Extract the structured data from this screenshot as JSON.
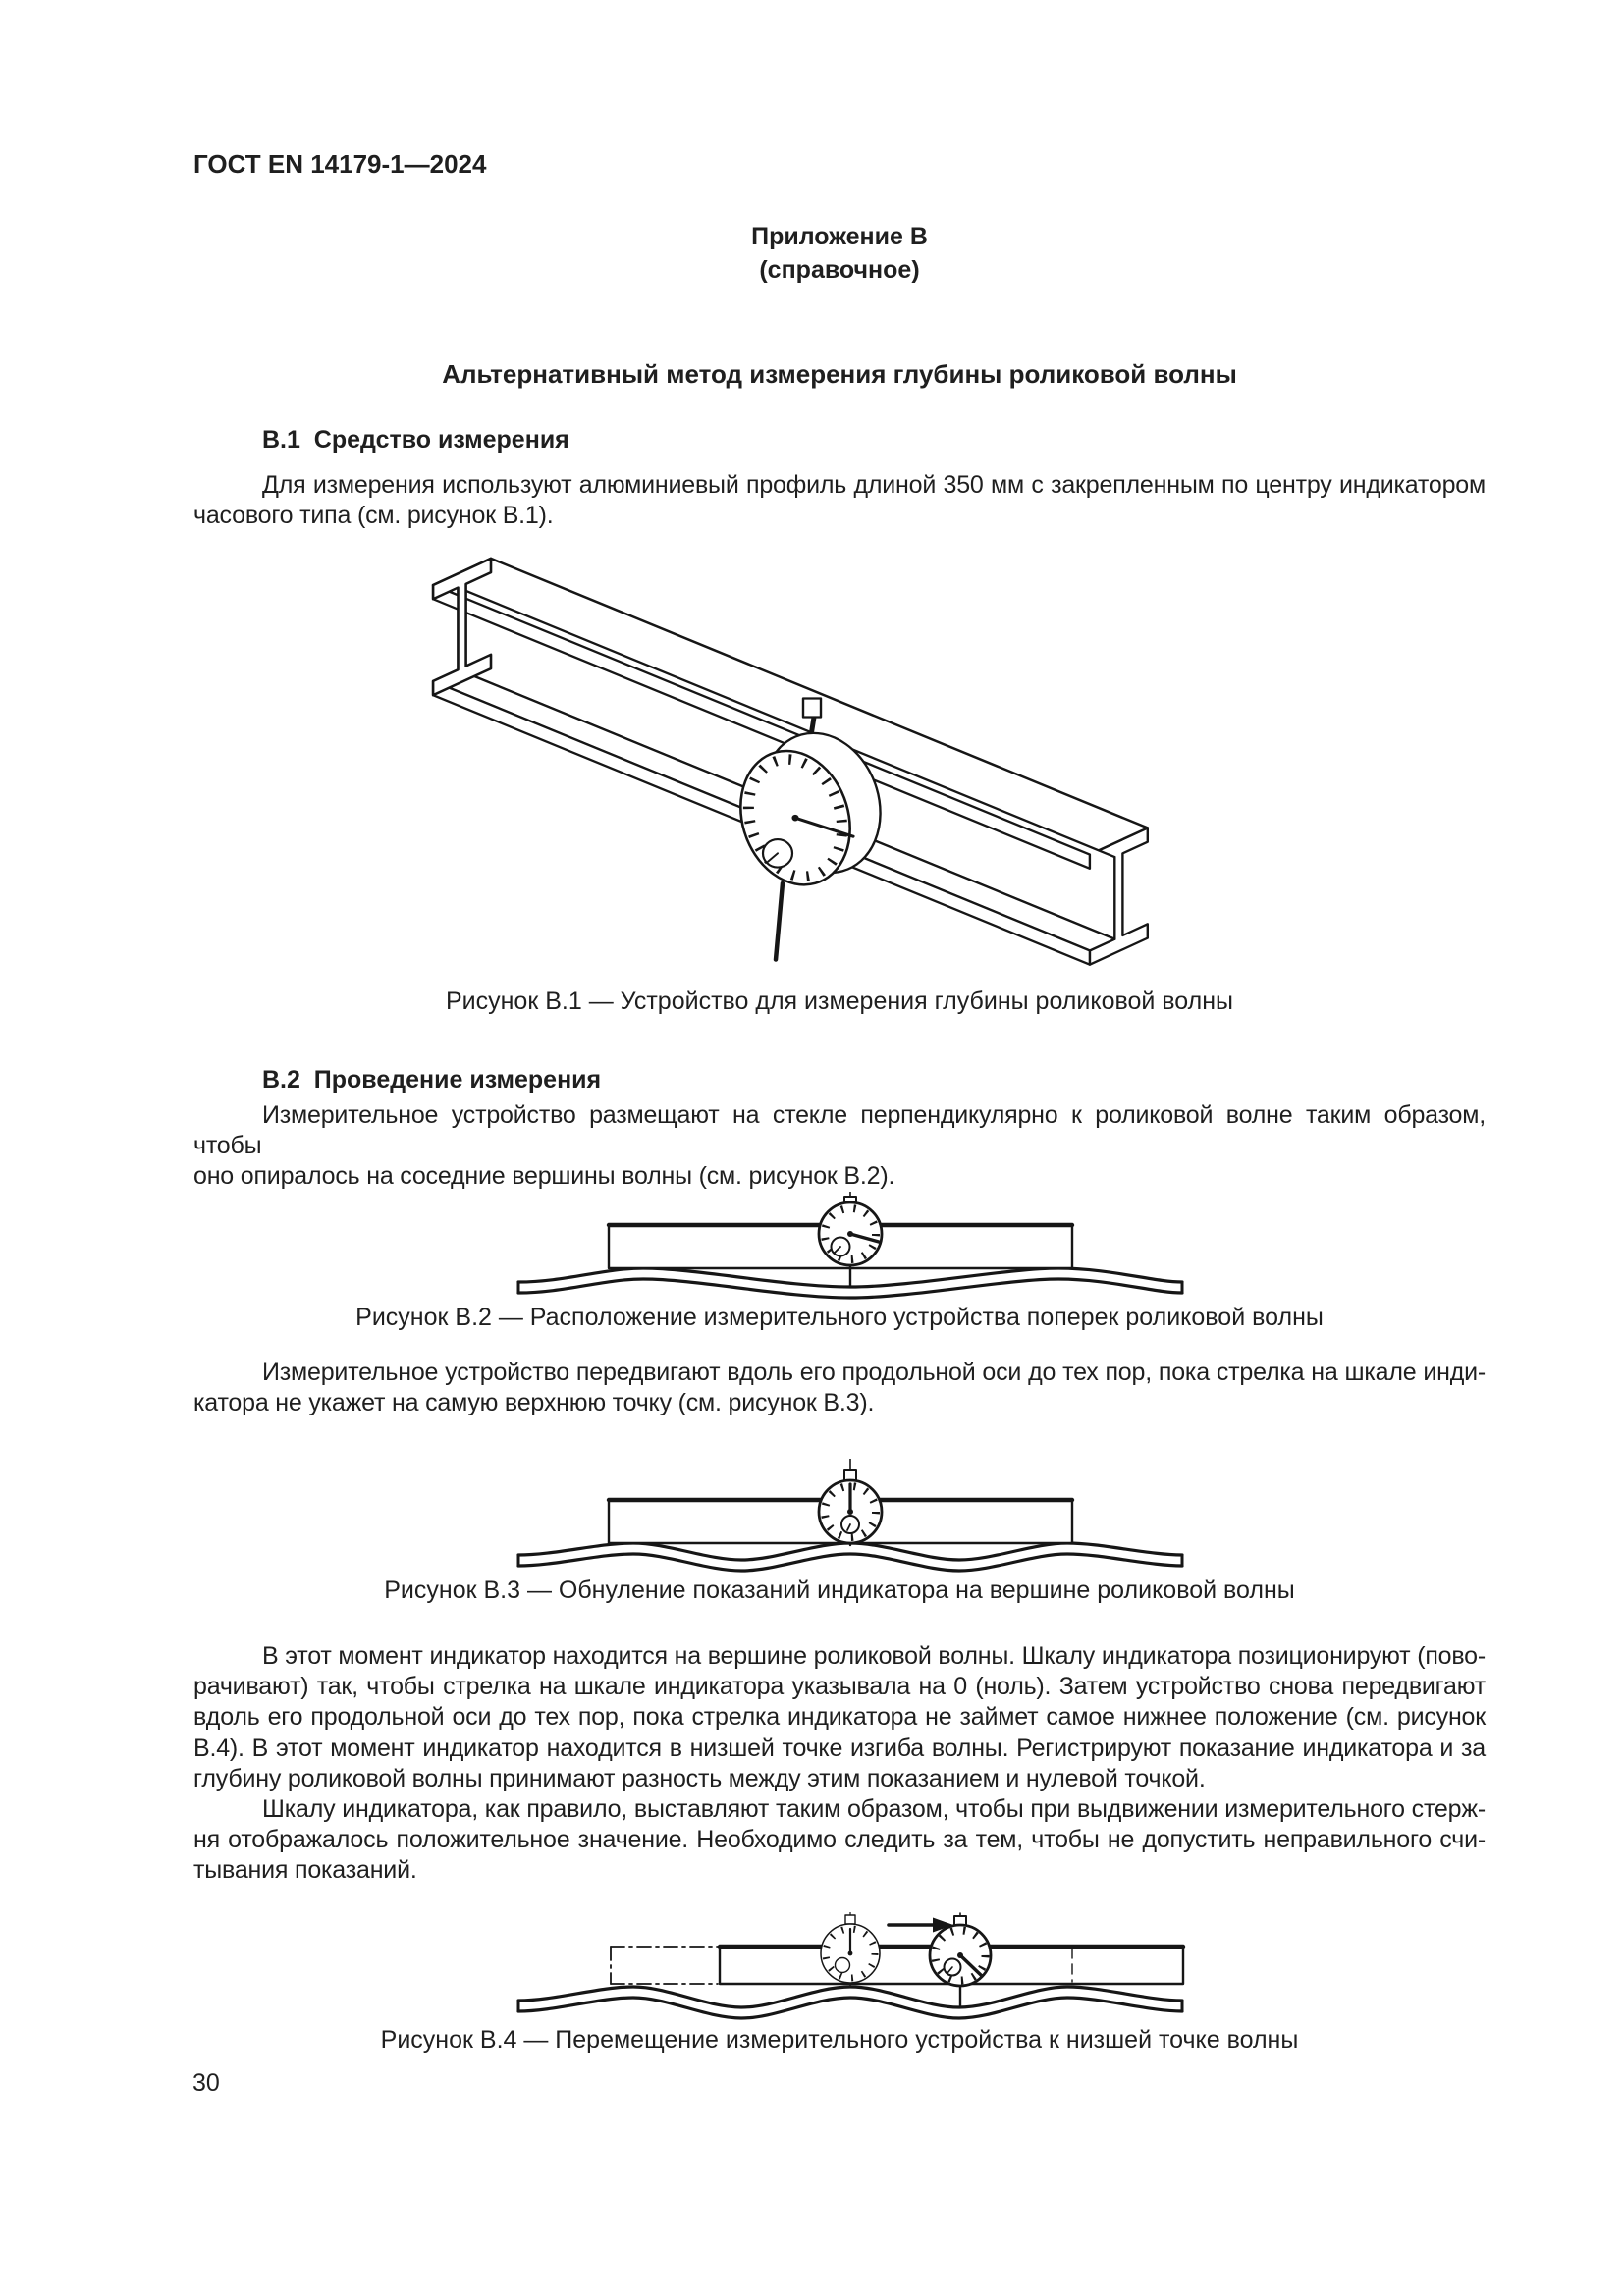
{
  "header": {
    "doc_code": "ГОСТ EN 14179-1—2024"
  },
  "annex": {
    "name": "Приложение В",
    "kind": "(справочное)",
    "title": "Альтернативный метод измерения глубины роликовой волны"
  },
  "section_b1": {
    "heading": "В.1  Средство измерения",
    "para1_lines": [
      "Для измерения используют алюминиевый профиль длиной 350 мм с закрепленным по центру индикатором",
      "часового типа (см. рисунок В.1)."
    ]
  },
  "section_b2": {
    "heading": "В.2  Проведение измерения",
    "para1_lines": [
      "Измерительное устройство размещают на стекле перпендикулярно к роликовой волне таким образом, чтобы",
      "оно опиралось на соседние вершины волны (см. рисунок В.2)."
    ],
    "para2_lines": [
      "Измерительное устройство передвигают вдоль его продольной оси до тех пор, пока стрелка на шкале инди-",
      "катора не укажет на самую верхнюю точку (см. рисунок В.3)."
    ],
    "para3_lines": [
      "В этот момент индикатор находится на вершине роликовой волны. Шкалу индикатора позиционируют (пово-",
      "рачивают) так, чтобы стрелка на шкале индикатора указывала на 0 (ноль). Затем устройство снова передвигают",
      "вдоль его продольной оси до тех пор, пока стрелка индикатора не займет самое нижнее положение (см. рисунок",
      "В.4). В этот момент индикатор находится в низшей точке изгиба волны. Регистрируют показание индикатора и за",
      "глубину роликовой волны принимают разность между этим показанием и нулевой точкой."
    ],
    "para4_lines": [
      "Шкалу индикатора, как правило, выставляют таким образом, чтобы при выдвижении измерительного стерж-",
      "ня отображалось положительное значение. Необходимо следить за тем, чтобы не допустить неправильного счи-",
      "тывания показаний."
    ]
  },
  "figures": {
    "b1_caption": "Рисунок В.1 — Устройство для измерения глубины роликовой волны",
    "b2_caption": "Рисунок В.2 — Расположение измерительного устройства поперек роликовой волны",
    "b3_caption": "Рисунок В.3 — Обнуление показаний индикатора на вершине роликовой волны",
    "b4_caption": "Рисунок В.4 — Перемещение измерительного устройства к низшей точке волны"
  },
  "footer": {
    "page_number": "30"
  }
}
